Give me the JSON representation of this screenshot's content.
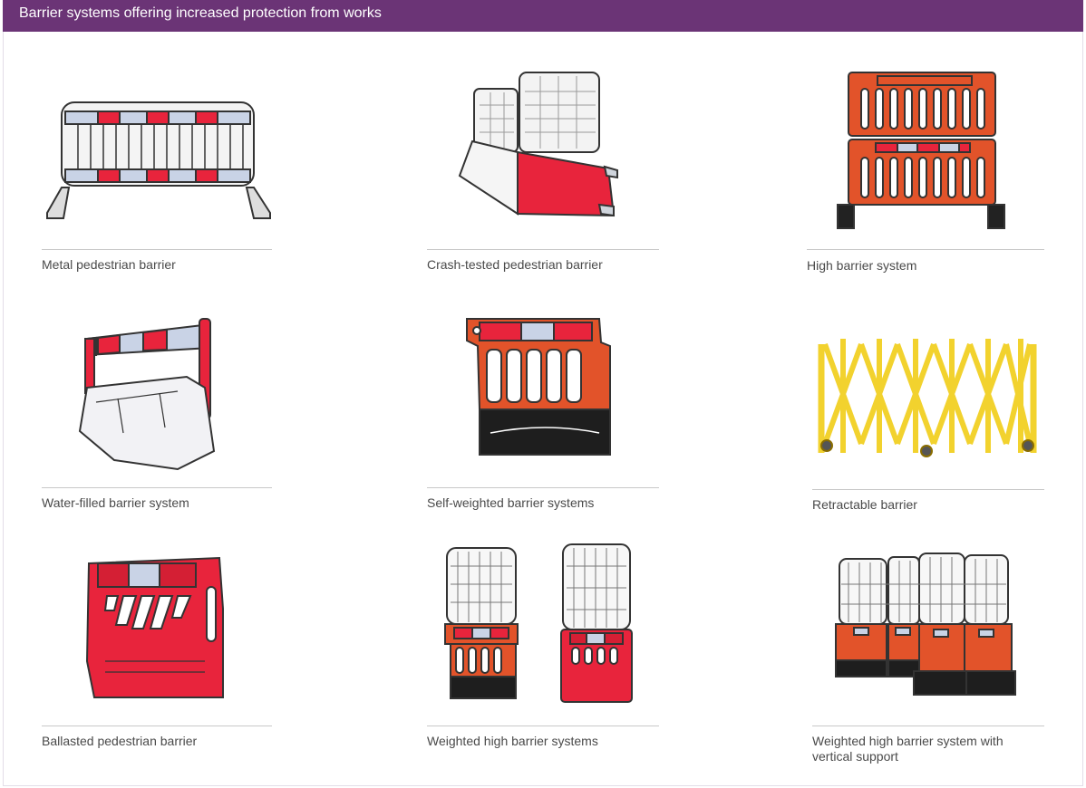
{
  "header": {
    "title": "Barrier systems offering increased protection from works"
  },
  "colors": {
    "header_bg": "#6b3476",
    "red": "#e8243c",
    "orange": "#e2532a",
    "yellow": "#f2d22e",
    "silver": "#e6e6e6"
  },
  "items": [
    {
      "label": "Metal pedestrian barrier",
      "icon": "metal-barrier-icon"
    },
    {
      "label": "Crash-tested pedestrian barrier",
      "icon": "crash-barrier-icon"
    },
    {
      "label": "High barrier system",
      "icon": "high-barrier-icon"
    },
    {
      "label": "Water-filled barrier system",
      "icon": "water-barrier-icon"
    },
    {
      "label": "Self-weighted barrier systems",
      "icon": "self-weighted-barrier-icon"
    },
    {
      "label": "Retractable barrier",
      "icon": "retractable-barrier-icon"
    },
    {
      "label": "Ballasted pedestrian barrier",
      "icon": "ballasted-barrier-icon"
    },
    {
      "label": "Weighted high barrier systems",
      "icon": "weighted-high-barrier-icon"
    },
    {
      "label": "Weighted high barrier system with vertical support",
      "icon": "weighted-high-support-barrier-icon"
    }
  ]
}
